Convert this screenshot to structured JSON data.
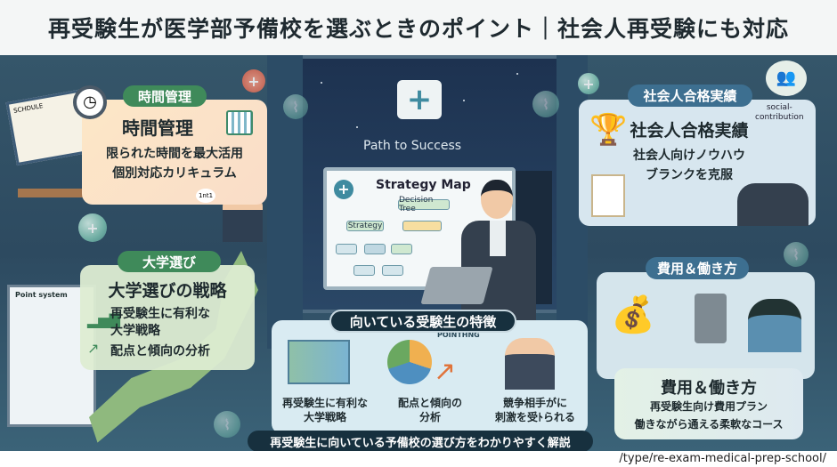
{
  "title": "再受験生が医学部予備校を選ぶときのポイント｜社会人再受験にも対応",
  "center": {
    "path_label": "Path to Success",
    "board_title": "Strategy Map",
    "tree_root": "Decision Tree",
    "tree_branch": "Strategy",
    "chat_badge": "1nt1"
  },
  "time": {
    "tag": "時間管理",
    "heading": "時間管理",
    "line1": "限られた時間を最大活用",
    "line2": "個別対応カリキュラム",
    "schedule_label": "SCHDULE"
  },
  "university": {
    "tag": "大学選び",
    "heading": "大学選びの戦略",
    "line1": "再受験生に有利な",
    "line2": "大学戦略",
    "line3": "配点と傾向の分析",
    "board_label": "Point system"
  },
  "working": {
    "tag": "社会人合格実績",
    "heading": "社会人合格実績",
    "line1": "社会人向けノウハウ",
    "line2": "ブランクを克服",
    "icon_label": "social-\ncontribution"
  },
  "cost": {
    "tag": "費用＆働き方",
    "heading": "費用＆働き方",
    "line1": "再受験生向け費用プラン",
    "line2": "働きながら通える柔軟なコース"
  },
  "traits": {
    "tag": "向いている受験生の特徴",
    "pointing": "POINTHNG",
    "items": [
      {
        "label1": "再受験生に有利な",
        "label2": "大学戦略"
      },
      {
        "label1": "配点と傾向の",
        "label2": "分析"
      },
      {
        "label1": "競争相手がに",
        "label2": "刺激を受ﾄられる"
      }
    ]
  },
  "footer": {
    "banner": "再受験生に向いている予備校の選び方をわかりやすく解説",
    "url": "/type/re-exam-medical-prep-school/"
  },
  "colors": {
    "green": "#3f8a5a",
    "blue": "#3d6f90",
    "dark": "#17303e",
    "peach": "#fbe6cc"
  }
}
